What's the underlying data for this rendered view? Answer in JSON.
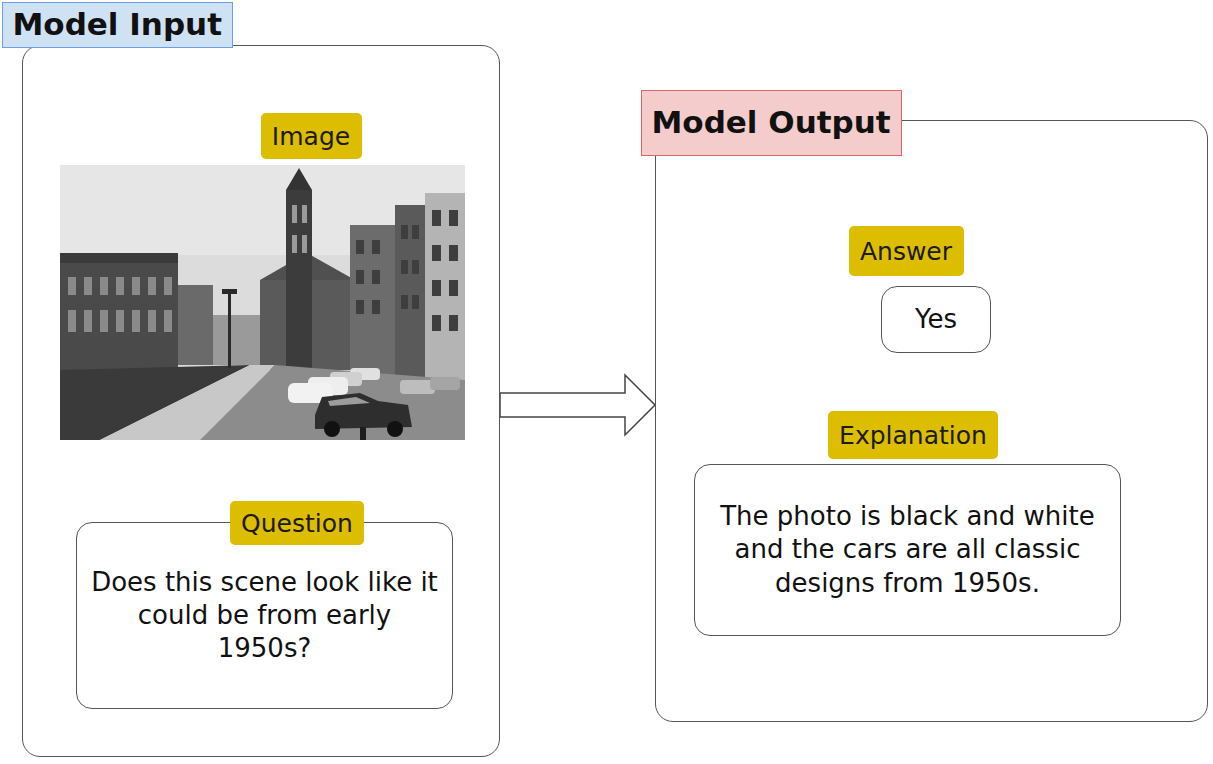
{
  "diagram": {
    "nodes": [
      {
        "text": [
          "Model Input"
        ]
      },
      {
        "text": [
          "Image"
        ],
        "in": 0
      },
      {
        "text": [
          "Question"
        ],
        "in": 0
      },
      {
        "text": [
          "Does this scene look like it could be from early 1950s?"
        ],
        "in": 0
      },
      {
        "text": [
          "Model Output"
        ]
      },
      {
        "text": [
          "Answer"
        ],
        "in": 4
      },
      {
        "text": [
          "Yes"
        ],
        "in": 4
      },
      {
        "text": [
          "Explanation"
        ],
        "in": 4
      },
      {
        "text": [
          "The photo is black and white and the cars are all classic designs from 1950s."
        ],
        "in": 4
      }
    ],
    "edges": [
      {
        "from": 0,
        "to": 4,
        "arrow": "to"
      }
    ]
  }
}
